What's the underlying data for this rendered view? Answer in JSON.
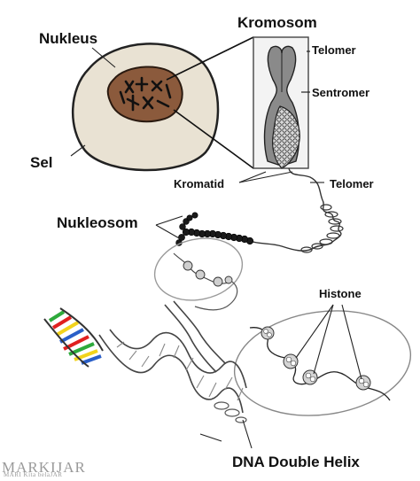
{
  "labels": {
    "nukleus": "Nukleus",
    "kromosom": "Kromosom",
    "telomer_top": "Telomer",
    "sentromer": "Sentromer",
    "sel": "Sel",
    "kromatid": "Kromatid",
    "telomer_bottom": "Telomer",
    "nukleosom": "Nukleosom",
    "histone": "Histone",
    "dna_double_helix": "DNA Double Helix"
  },
  "watermark": {
    "brand": "MARKIJAR",
    "tagline": "MARI Kita belaJAR"
  },
  "colors": {
    "cell_fill": "#e9e2d3",
    "nucleus_fill": "#8b5a3c",
    "chromosome_fill": "#8a8a8a",
    "base_pair_red": "#e02020",
    "base_pair_yellow": "#f2d31b",
    "base_pair_green": "#2eaa3c",
    "base_pair_blue": "#2a5fc8"
  }
}
